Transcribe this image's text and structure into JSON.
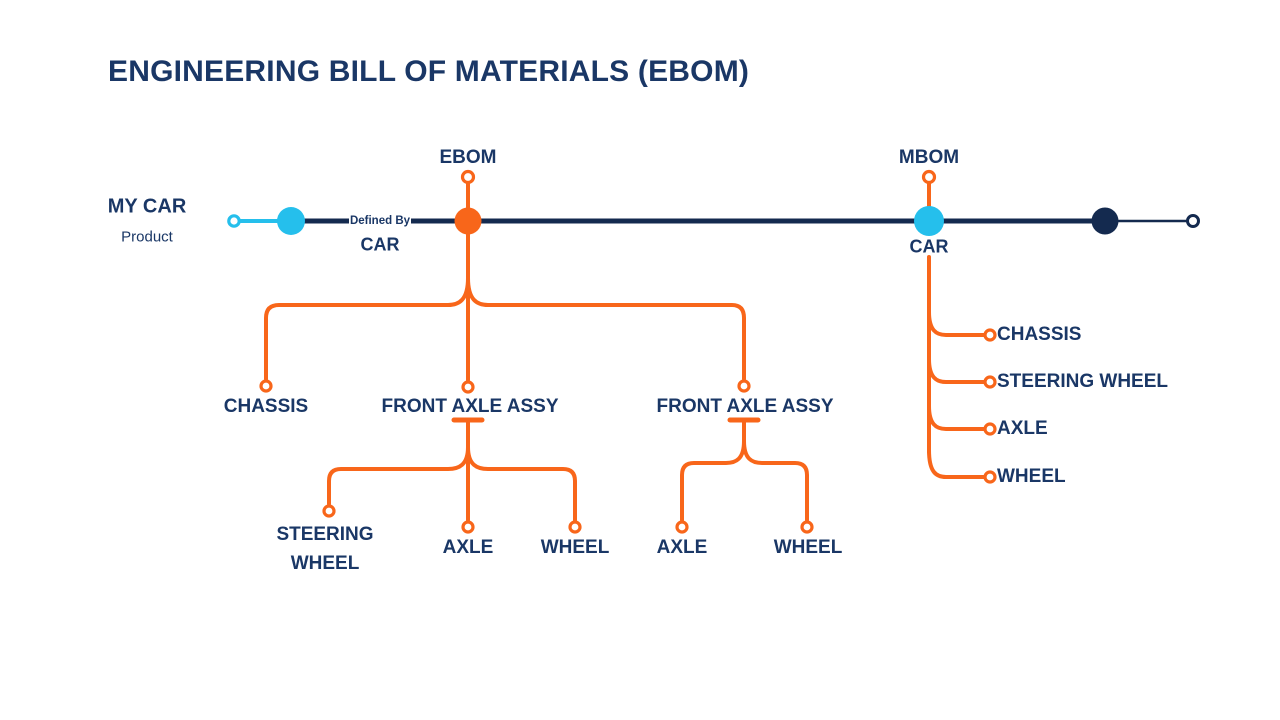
{
  "colors": {
    "background": "#FFFFFF",
    "navy_text": "#1A3766",
    "navy_line": "#142A4F",
    "orange": "#F8661A",
    "cyan": "#25BFEC"
  },
  "title": "ENGINEERING BILL OF MATERIALS (EBOM)",
  "timeline": {
    "product_name": "MY CAR",
    "product_type": "Product",
    "defined_by": "Defined By",
    "ebom": {
      "milestone": "EBOM",
      "item": "CAR"
    },
    "mbom": {
      "milestone": "MBOM",
      "item": "CAR"
    }
  },
  "ebom_tree": {
    "level1": [
      "CHASSIS",
      "FRONT AXLE ASSY",
      "FRONT AXLE ASSY"
    ],
    "front_axle_assy_1_children": [
      "STEERING WHEEL",
      "AXLE",
      "WHEEL"
    ],
    "front_axle_assy_2_children": [
      "AXLE",
      "WHEEL"
    ]
  },
  "mbom_tree": {
    "car_children": [
      "CHASSIS",
      "STEERING WHEEL",
      "AXLE",
      "WHEEL"
    ]
  }
}
